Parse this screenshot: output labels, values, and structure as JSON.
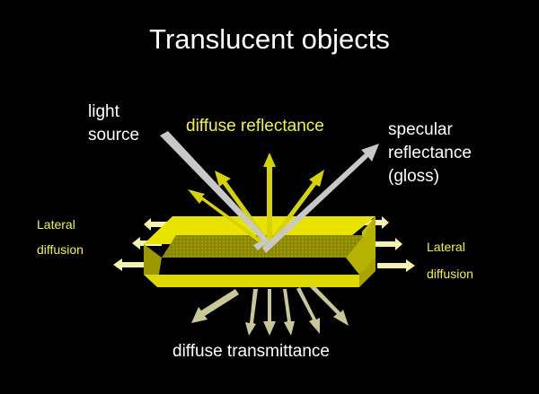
{
  "title": "Translucent objects",
  "labels": {
    "light_source": [
      "light",
      "source"
    ],
    "diffuse_reflectance": "diffuse reflectance",
    "specular_reflectance": [
      "specular",
      "reflectance",
      "(gloss)"
    ],
    "lateral_diffusion_left": [
      "Lateral",
      "diffusion"
    ],
    "lateral_diffusion_right": [
      "Lateral",
      "diffusion"
    ],
    "diffuse_transmittance": "diffuse transmittance"
  },
  "colors": {
    "background": "#000000",
    "object_yellow": "#e8e400",
    "arrow_yellow": "#d6d300",
    "arrow_gray": "#c8c8c8",
    "transmit_arrow": "#c9c79a",
    "label_yellow": "#f2f04a",
    "label_white": "#ffffff"
  }
}
